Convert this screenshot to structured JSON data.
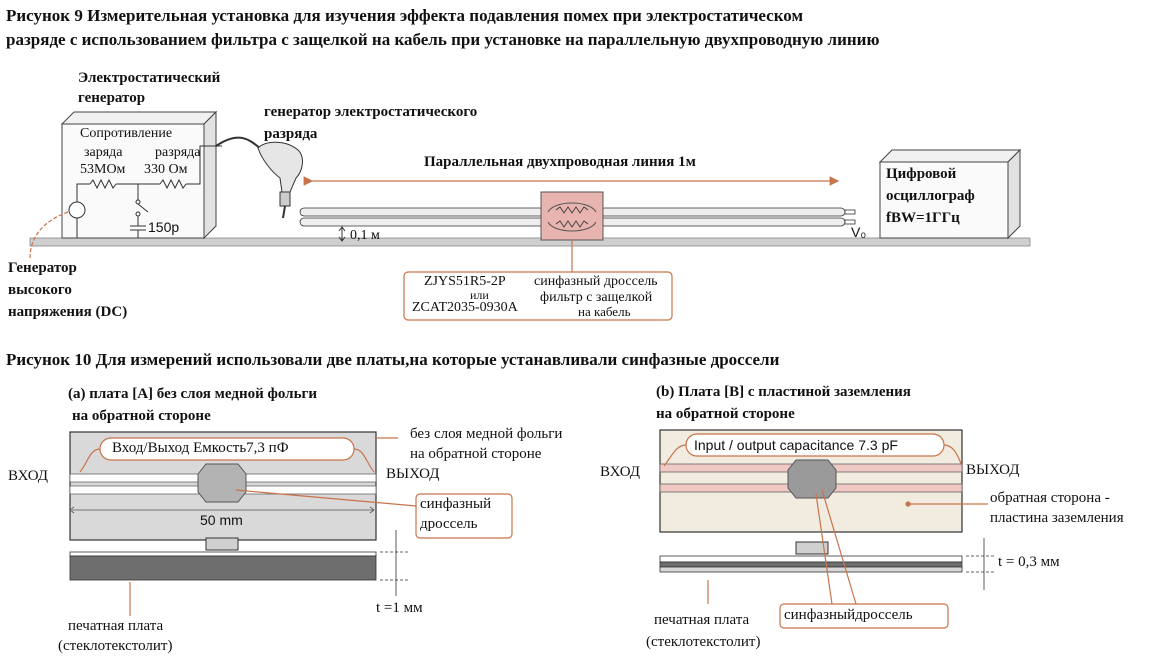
{
  "fig9": {
    "title_line1": "Рисунок 9 Измерительная установка для изучения эффекта подавления помех при электростатическом",
    "title_line2": "разряде с использованием фильтра с защелкой на кабель при установке на параллельную двухпроводную линию",
    "esd_generator_line1": "Электростатический",
    "esd_generator_line2": "генератор",
    "resistance_label": "Сопротивление",
    "charge_label": "заряда",
    "discharge_label": "разряда",
    "charge_value": "53МОм",
    "discharge_value": "330 Ом",
    "cap_value": "150p",
    "gun_label_line1": "генератор электростатического",
    "gun_label_line2": "разряда",
    "line_label": "Параллельная  двухпроводная линия 1м",
    "height_label": "0,1 м",
    "v0_label": "V₀",
    "scope_line1": "Цифровой",
    "scope_line2": "осциллограф",
    "scope_line3": "fBW=1ГГц",
    "hv_line1": "Генератор",
    "hv_line2": "высокого",
    "hv_line3": "напряжения (DC)",
    "part1": "ZJYS51R5-2P",
    "part_or": "или",
    "part2": "ZCAT2035-0930A",
    "choke_label": "синфазный дроссель",
    "clamp_label_line1": "фильтр с защелкой",
    "clamp_label_line2": "на кабель"
  },
  "fig10": {
    "title": "Рисунок 10 Для измерений использовали две платы,на которые устанавливали синфазные дроссели",
    "a_title_line1": "(a) плата [A] без слоя медной фольги",
    "a_title_line2": "на обратной стороне",
    "a_cap": "Вход/Выход Емкость7,3 пФ",
    "a_in": "ВХОД",
    "a_out": "ВЫХОД",
    "a_note_line1": "без слоя медной фольги",
    "a_note_line2": "на обратной стороне",
    "a_dim": "50 mm",
    "a_choke_line1": "синфазный",
    "a_choke_line2": "дроссель",
    "a_pcb_line1": "печатная плата",
    "a_pcb_line2": "(стеклотекстолит)",
    "a_thick": "t =1 мм",
    "b_title_line1": "(b) Плата [B] с пластиной заземления",
    "b_title_line2": "на обратной стороне",
    "b_cap": "Input / output capacitance 7.3 pF",
    "b_in": "ВХОД",
    "b_out": "ВЫХОД",
    "b_note_line1": "обратная сторона -",
    "b_note_line2": "пластина заземления",
    "b_thick": "t = 0,3 мм",
    "b_pcb_line1": "печатная плата",
    "b_pcb_line2": "(стеклотекстолит)",
    "b_choke": "синфазныйдроссель"
  },
  "colors": {
    "accent_orange": "#c8744a",
    "ferrite_pink": "#e8b4b0",
    "board_gray": "#d9d9d9",
    "ground_beige": "#f2ebe0"
  }
}
